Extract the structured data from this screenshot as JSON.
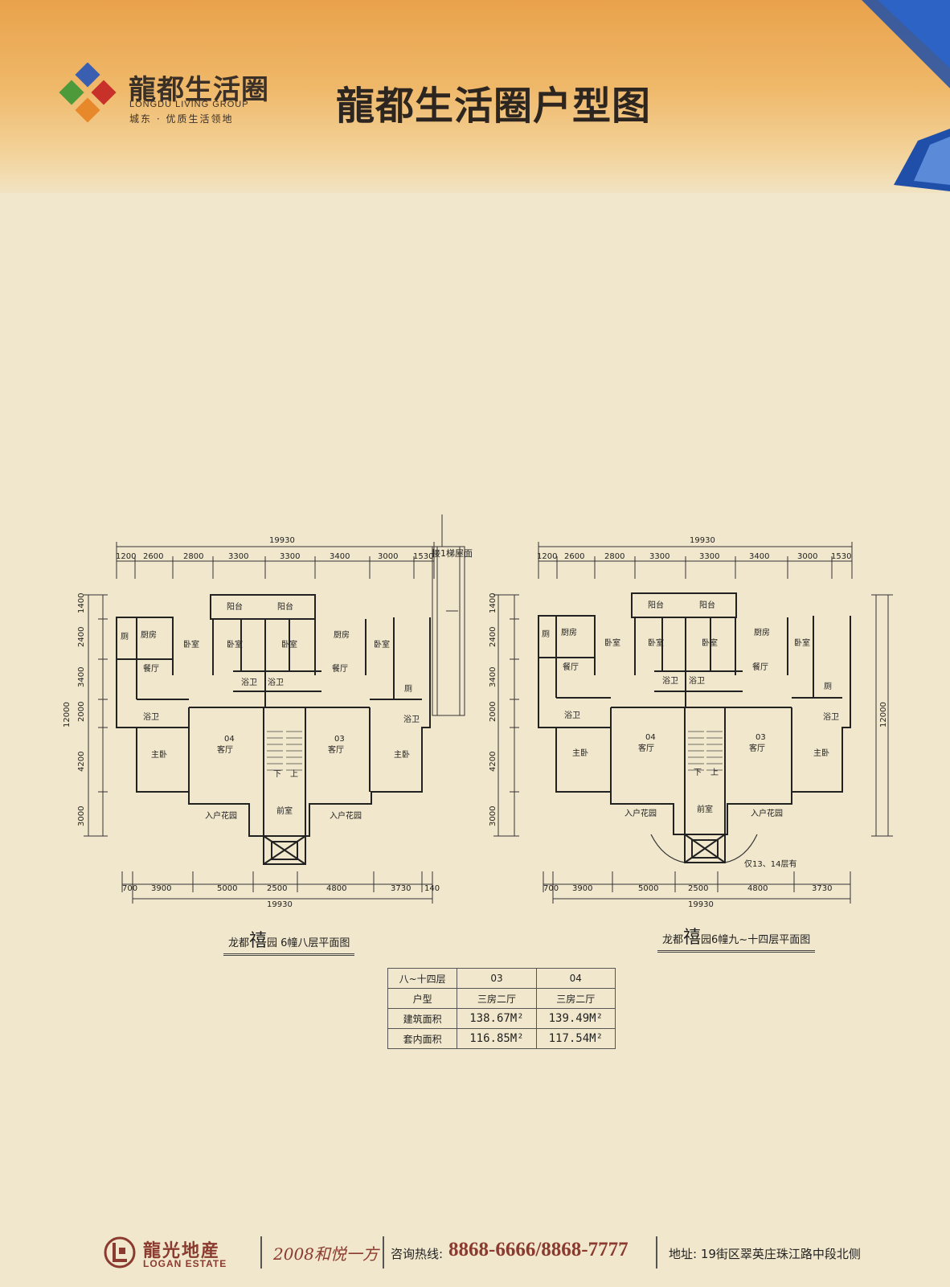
{
  "header": {
    "brand_name": "龍都生活圈",
    "brand_en": "LONGDU LIVING GROUP",
    "brand_slogan": "城东 · 优质生活领地",
    "title": "龍都生活圈户型图"
  },
  "plans": {
    "left": {
      "top_total": "19930",
      "top_dims": [
        "1200",
        "2600",
        "2800",
        "3300",
        "3300",
        "3400",
        "3000",
        "1530"
      ],
      "bottom_total": "19930",
      "bottom_dims": [
        "700",
        "3900",
        "5000",
        "2500",
        "4800",
        "3730",
        "140"
      ],
      "side_dims": [
        "1400",
        "2400",
        "3400",
        "2000",
        "4200",
        "3000"
      ],
      "side_total": "12000",
      "annotation": "接1梯屋面",
      "rooms": {
        "balcony": "阳台",
        "kitchen": "厨房",
        "bedroom": "卧室",
        "dining": "餐厅",
        "bath": "浴卫",
        "wc": "厕",
        "master": "主卧",
        "living": "客厅",
        "garden": "入户花园",
        "foyer": "前室",
        "unit03": "03",
        "unit04": "04",
        "down": "下",
        "up": "上"
      },
      "caption_pre": "龙都",
      "caption_big": "禧",
      "caption_post": "园 6幢八层平面图"
    },
    "right": {
      "top_total": "19930",
      "top_dims": [
        "1200",
        "2600",
        "2800",
        "3300",
        "3300",
        "3400",
        "3000",
        "1530"
      ],
      "bottom_total": "19930",
      "bottom_dims": [
        "700",
        "3900",
        "5000",
        "2500",
        "4800",
        "3730"
      ],
      "side_dims": [
        "1400",
        "2400",
        "3400",
        "2000",
        "4200",
        "3000"
      ],
      "side_total": "12000",
      "annotation": "仅13、14层有",
      "caption_pre": "龙都",
      "caption_big": "禧",
      "caption_post": "园6幢九~十四层平面图"
    }
  },
  "area_table": {
    "header": [
      "八~十四层",
      "03",
      "04"
    ],
    "rows": [
      {
        "label": "户型",
        "v03": "三房二厅",
        "v04": "三房二厅"
      },
      {
        "label": "建筑面积",
        "v03": "138.67M²",
        "v04": "139.49M²"
      },
      {
        "label": "套内面积",
        "v03": "116.85M²",
        "v04": "117.54M²"
      }
    ]
  },
  "footer": {
    "company_cn": "龍光地産",
    "company_en": "LOGAN ESTATE",
    "slogan": "2008和悦一方",
    "hotline_label": "咨询热线:",
    "hotline": "8868-6666/8868-7777",
    "address": "地址: 19街区翠英庄珠江路中段北侧"
  },
  "colors": {
    "header_top": "#e9a24b",
    "paper": "#f1e7cc",
    "brand_red": "#8a3a2e",
    "corner_blue": "#1f4fa8"
  }
}
